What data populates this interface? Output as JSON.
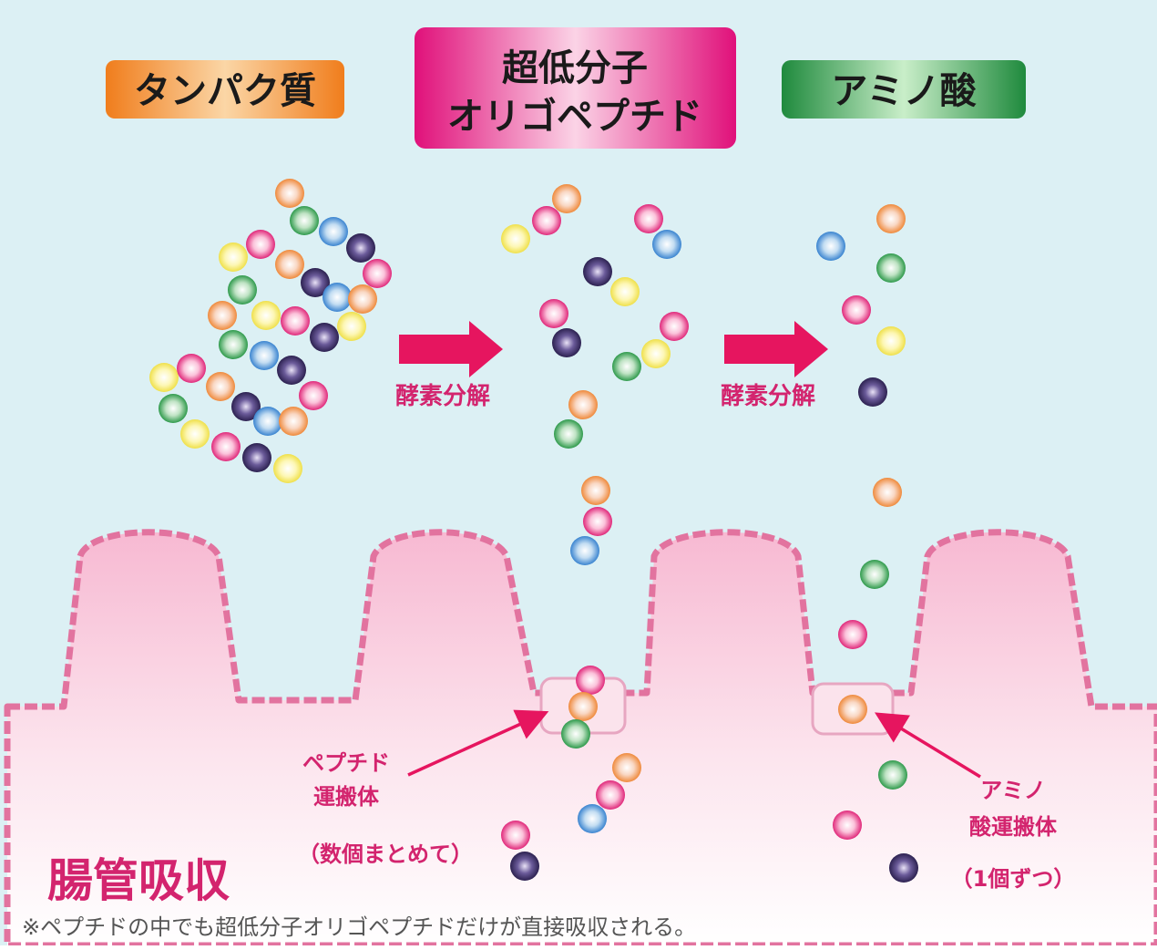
{
  "labels": {
    "protein": "タンパク質",
    "oligopeptide_line1": "超低分子",
    "oligopeptide_line2": "オリゴペプチド",
    "amino_acid": "アミノ酸",
    "enzyme_1": "酵素分解",
    "enzyme_2": "酵素分解",
    "peptide_carrier_line1": "ペプチド",
    "peptide_carrier_line2": "運搬体",
    "peptide_carrier_note": "（数個まとめて）",
    "amino_carrier_line1": "アミノ",
    "amino_carrier_line2": "酸運搬体",
    "amino_carrier_note": "（1個ずつ）",
    "intestinal_absorption": "腸管吸収",
    "footnote": "※ペプチドの中でも超低分子オリゴペプチドだけが直接吸収される。"
  },
  "colors": {
    "sky": "#dcf0f4",
    "tissue": "#f9c7dc",
    "membrane": "#e2739f",
    "arrow": "#e6155f",
    "label_pink": "#d3246e",
    "protein_badge": "#ee8a2a",
    "oligo_badge": "#e0147a",
    "amino_badge": "#2f9447"
  }
}
